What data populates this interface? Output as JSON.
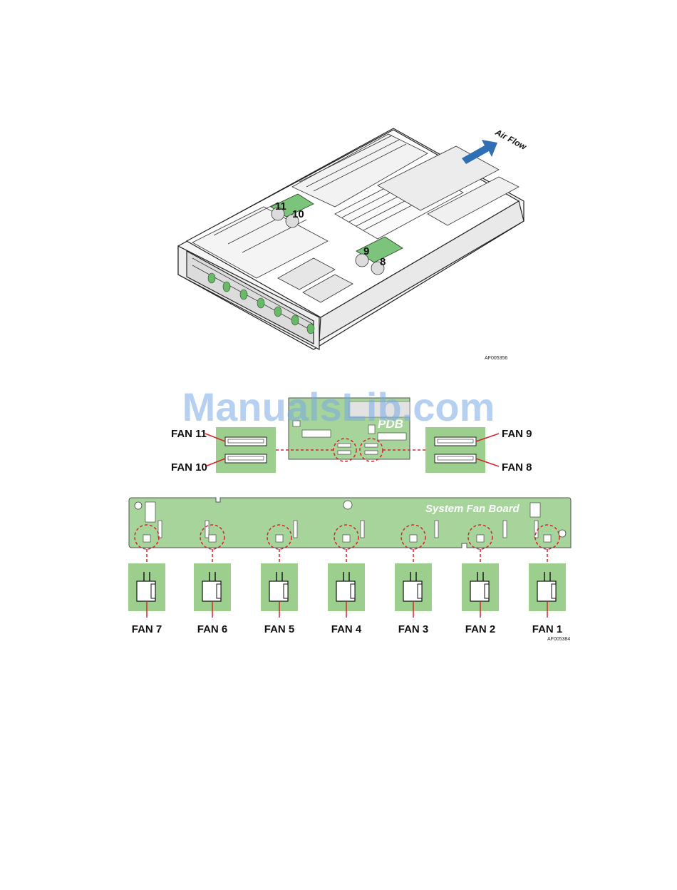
{
  "figure1": {
    "air_flow_label": "Air Flow",
    "fan_numbers": [
      "11",
      "10",
      "9",
      "8"
    ],
    "figure_id": "AF005356"
  },
  "figure2": {
    "pdb_label": "PDB",
    "fan_board_label": "System Fan Board",
    "pdb_fan_labels": {
      "fan11": "FAN 11",
      "fan10": "FAN 10",
      "fan9": "FAN 9",
      "fan8": "FAN 8"
    },
    "board_fan_labels": [
      "FAN 7",
      "FAN 6",
      "FAN 5",
      "FAN 4",
      "FAN 3",
      "FAN 2",
      "FAN 1"
    ],
    "figure_id": "AF005384"
  },
  "watermark": "ManualsLib.com",
  "colors": {
    "pcb_green": "#a6d49a",
    "connector_green": "#9ccf8e",
    "callout_red": "#d9232b",
    "air_flow_blue": "#2f6fb3",
    "fan_green": "#6ab86a"
  }
}
